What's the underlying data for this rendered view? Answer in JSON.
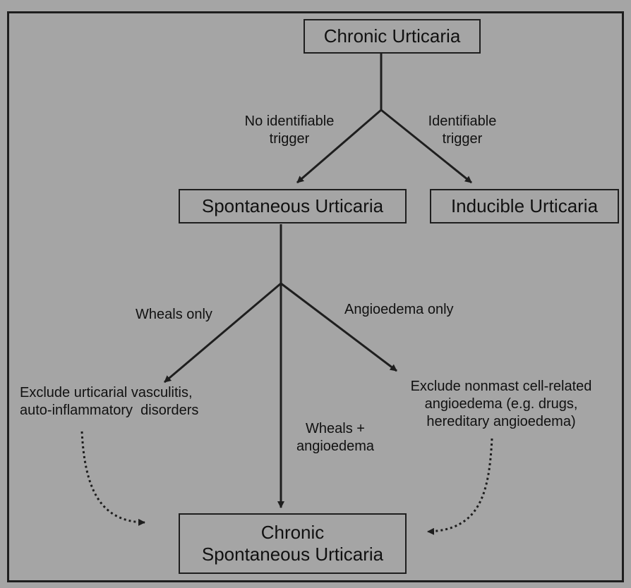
{
  "nodes": {
    "chronic_urticaria": "Chronic Urticaria",
    "spontaneous_urticaria": "Spontaneous Urticaria",
    "inducible_urticaria": "Inducible Urticaria",
    "chronic_spontaneous_urticaria": [
      "Chronic",
      "Spontaneous Urticaria"
    ]
  },
  "edge_labels": {
    "no_identifiable_trigger": [
      "No identifiable",
      "trigger"
    ],
    "identifiable_trigger": [
      "Identifiable",
      "trigger"
    ],
    "wheals_only": "Wheals only",
    "angioedema_only": "Angioedema only",
    "wheals_angioedema": [
      "Wheals +",
      "angioedema"
    ]
  },
  "notes": {
    "exclude_vasculitis": [
      "Exclude urticarial vasculitis,",
      "auto-inflammatory  disorders"
    ],
    "exclude_nonmast": [
      "Exclude nonmast cell-related",
      "angioedema (e.g. drugs,",
      "hereditary angioedema)"
    ]
  },
  "colors": {
    "background": "#a5a5a5",
    "stroke": "#1e1e1e",
    "text": "#111111"
  }
}
